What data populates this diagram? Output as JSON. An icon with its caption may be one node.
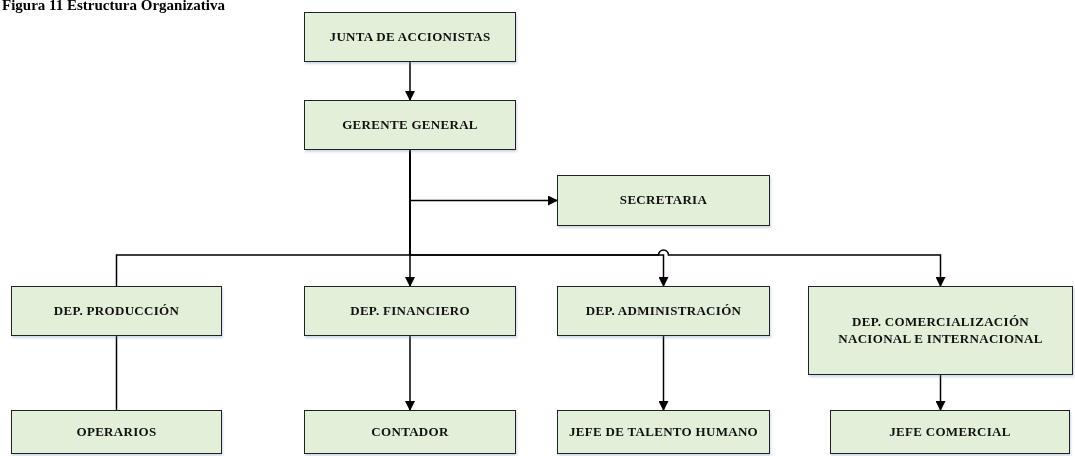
{
  "diagram": {
    "title": "Figura 11 Estructura Organizativa",
    "nodes": [
      {
        "text": [
          "JUNTA DE ACCIONISTAS"
        ]
      },
      {
        "text": [
          "GERENTE GENERAL"
        ]
      },
      {
        "text": [
          "SECRETARIA"
        ]
      },
      {
        "text": [
          "DEP. PRODUCCIÓN"
        ]
      },
      {
        "text": [
          "DEP. FINANCIERO"
        ]
      },
      {
        "text": [
          "DEP. ADMINISTRACIÓN"
        ]
      },
      {
        "text": [
          "DEP. COMERCIALIZACIÓN NACIONAL E INTERNACIONAL"
        ]
      },
      {
        "text": [
          "OPERARIOS"
        ]
      },
      {
        "text": [
          "CONTADOR"
        ]
      },
      {
        "text": [
          "JEFE DE TALENTO HUMANO"
        ]
      },
      {
        "text": [
          "JEFE COMERCIAL"
        ]
      }
    ],
    "edges": [
      {
        "from": 0,
        "to": 1,
        "arrow": "to"
      },
      {
        "from": 1,
        "to": 2,
        "arrow": "to"
      },
      {
        "from": 1,
        "to": 3,
        "arrow": "none"
      },
      {
        "from": 1,
        "to": 4,
        "arrow": "to"
      },
      {
        "from": 1,
        "to": 5,
        "arrow": "to"
      },
      {
        "from": 1,
        "to": 6,
        "arrow": "to"
      },
      {
        "from": 3,
        "to": 7,
        "arrow": "none"
      },
      {
        "from": 4,
        "to": 8,
        "arrow": "to"
      },
      {
        "from": 5,
        "to": 9,
        "arrow": "to"
      },
      {
        "from": 6,
        "to": 10,
        "arrow": "to"
      }
    ]
  }
}
